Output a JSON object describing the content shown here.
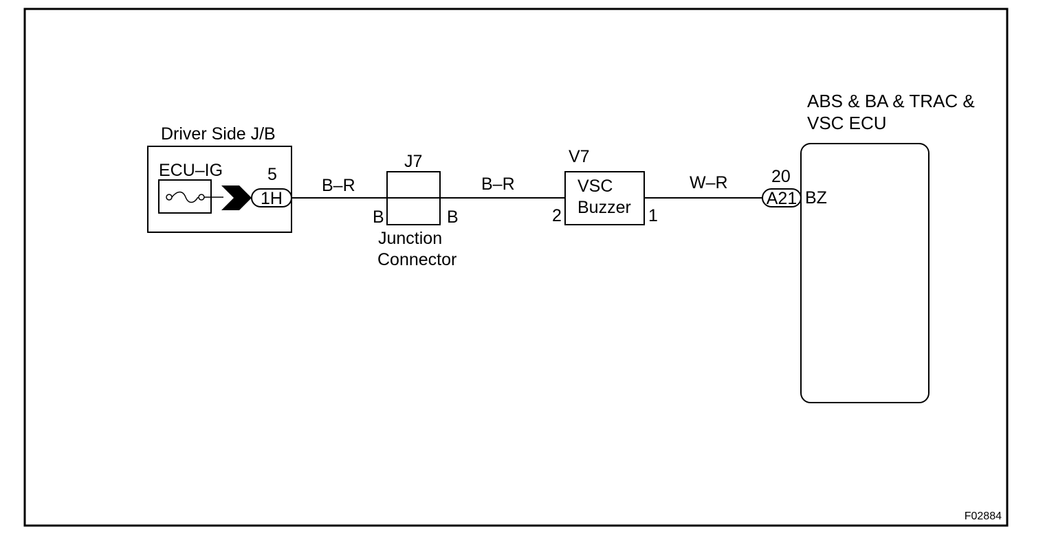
{
  "jb": {
    "title": "Driver Side J/B",
    "fuse": "ECU–IG",
    "pin": "5",
    "connector": "1H"
  },
  "wires": {
    "w1": "B–R",
    "w2": "B–R",
    "w3": "W–R"
  },
  "junction": {
    "id": "J7",
    "pin_left": "B",
    "pin_right": "B",
    "name_line1": "Junction",
    "name_line2": "Connector"
  },
  "buzzer": {
    "id": "V7",
    "line1": "VSC",
    "line2": "Buzzer",
    "pin_in": "2",
    "pin_out": "1"
  },
  "ecu": {
    "title_line1": "ABS & BA & TRAC &",
    "title_line2": "VSC ECU",
    "pin": "20",
    "connector": "A21",
    "terminal": "BZ"
  },
  "figure_code": "F02884"
}
